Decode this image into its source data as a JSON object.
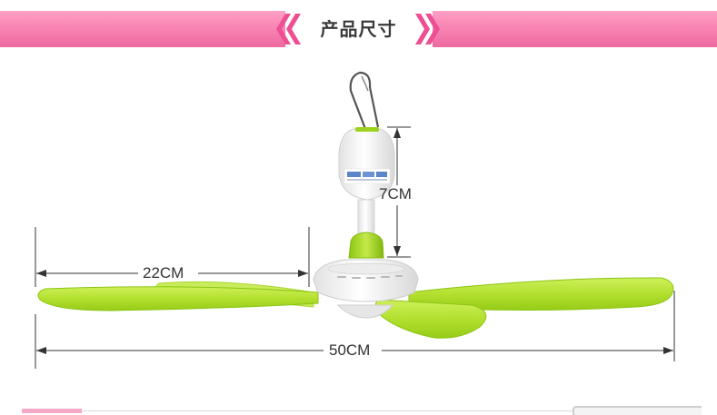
{
  "header": {
    "title": "产品尺寸"
  },
  "dimensions": {
    "height_label": "7CM",
    "blade_label": "22CM",
    "span_label": "50CM"
  },
  "colors": {
    "banner_pink": "#f77fb0",
    "chevron_pink": "#ee4f92",
    "blade_green": "#b3e02f",
    "blade_green_dark": "#8cc514",
    "motor_white": "#f3f3f3"
  },
  "icons": {
    "left_chevrons": "double-chevron-left-icon",
    "right_chevrons": "double-chevron-right-icon"
  }
}
